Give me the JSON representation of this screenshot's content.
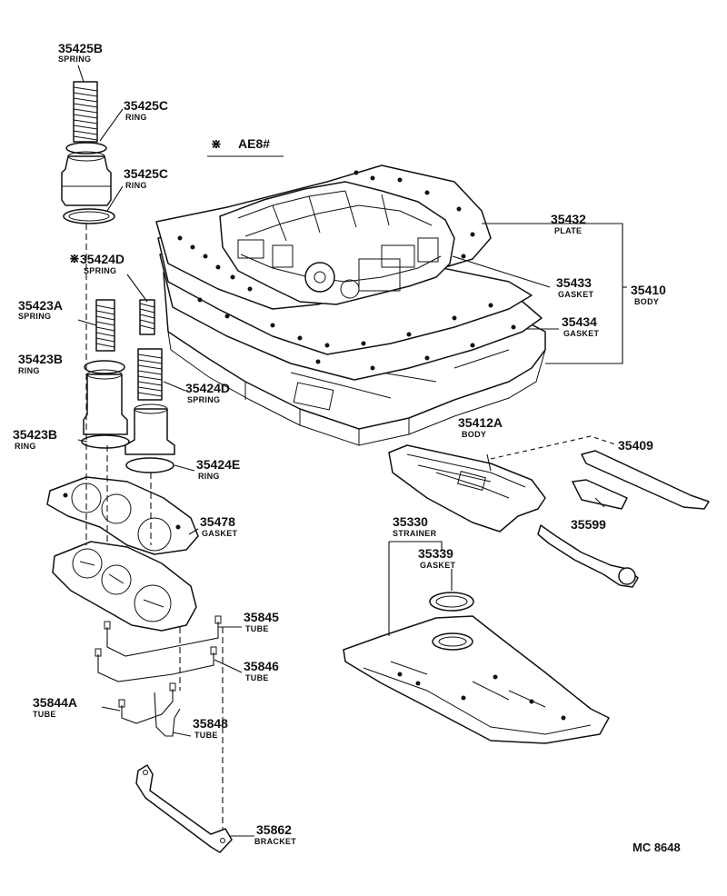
{
  "title": "AE8#",
  "title_mark": "⋇",
  "diagram_code": "MC 8648",
  "parts": [
    {
      "id": "p1",
      "number": "35425B",
      "name": "SPRING"
    },
    {
      "id": "p2",
      "number": "35425C",
      "name": "RING"
    },
    {
      "id": "p3",
      "number": "35425C",
      "name": "RING"
    },
    {
      "id": "p4",
      "number": "35424D",
      "name": "SPRING",
      "mark": "⋇"
    },
    {
      "id": "p5",
      "number": "35423A",
      "name": "SPRING"
    },
    {
      "id": "p6",
      "number": "35423B",
      "name": "RING"
    },
    {
      "id": "p7",
      "number": "35424D",
      "name": "SPRING"
    },
    {
      "id": "p8",
      "number": "35423B",
      "name": "RING"
    },
    {
      "id": "p9",
      "number": "35424E",
      "name": "RING"
    },
    {
      "id": "p10",
      "number": "35478",
      "name": "GASKET"
    },
    {
      "id": "p11",
      "number": "35845",
      "name": "TUBE"
    },
    {
      "id": "p12",
      "number": "35846",
      "name": "TUBE"
    },
    {
      "id": "p13",
      "number": "35844A",
      "name": "TUBE"
    },
    {
      "id": "p14",
      "number": "35848",
      "name": "TUBE"
    },
    {
      "id": "p15",
      "number": "35862",
      "name": "BRACKET"
    },
    {
      "id": "p16",
      "number": "35432",
      "name": "PLATE"
    },
    {
      "id": "p17",
      "number": "35433",
      "name": "GASKET"
    },
    {
      "id": "p18",
      "number": "35410",
      "name": "BODY"
    },
    {
      "id": "p19",
      "number": "35434",
      "name": "GASKET"
    },
    {
      "id": "p20",
      "number": "35412A",
      "name": "BODY"
    },
    {
      "id": "p21",
      "number": "35409",
      "name": ""
    },
    {
      "id": "p22",
      "number": "35599",
      "name": ""
    },
    {
      "id": "p23",
      "number": "35330",
      "name": "STRAINER"
    },
    {
      "id": "p24",
      "number": "35339",
      "name": "GASKET"
    }
  ]
}
